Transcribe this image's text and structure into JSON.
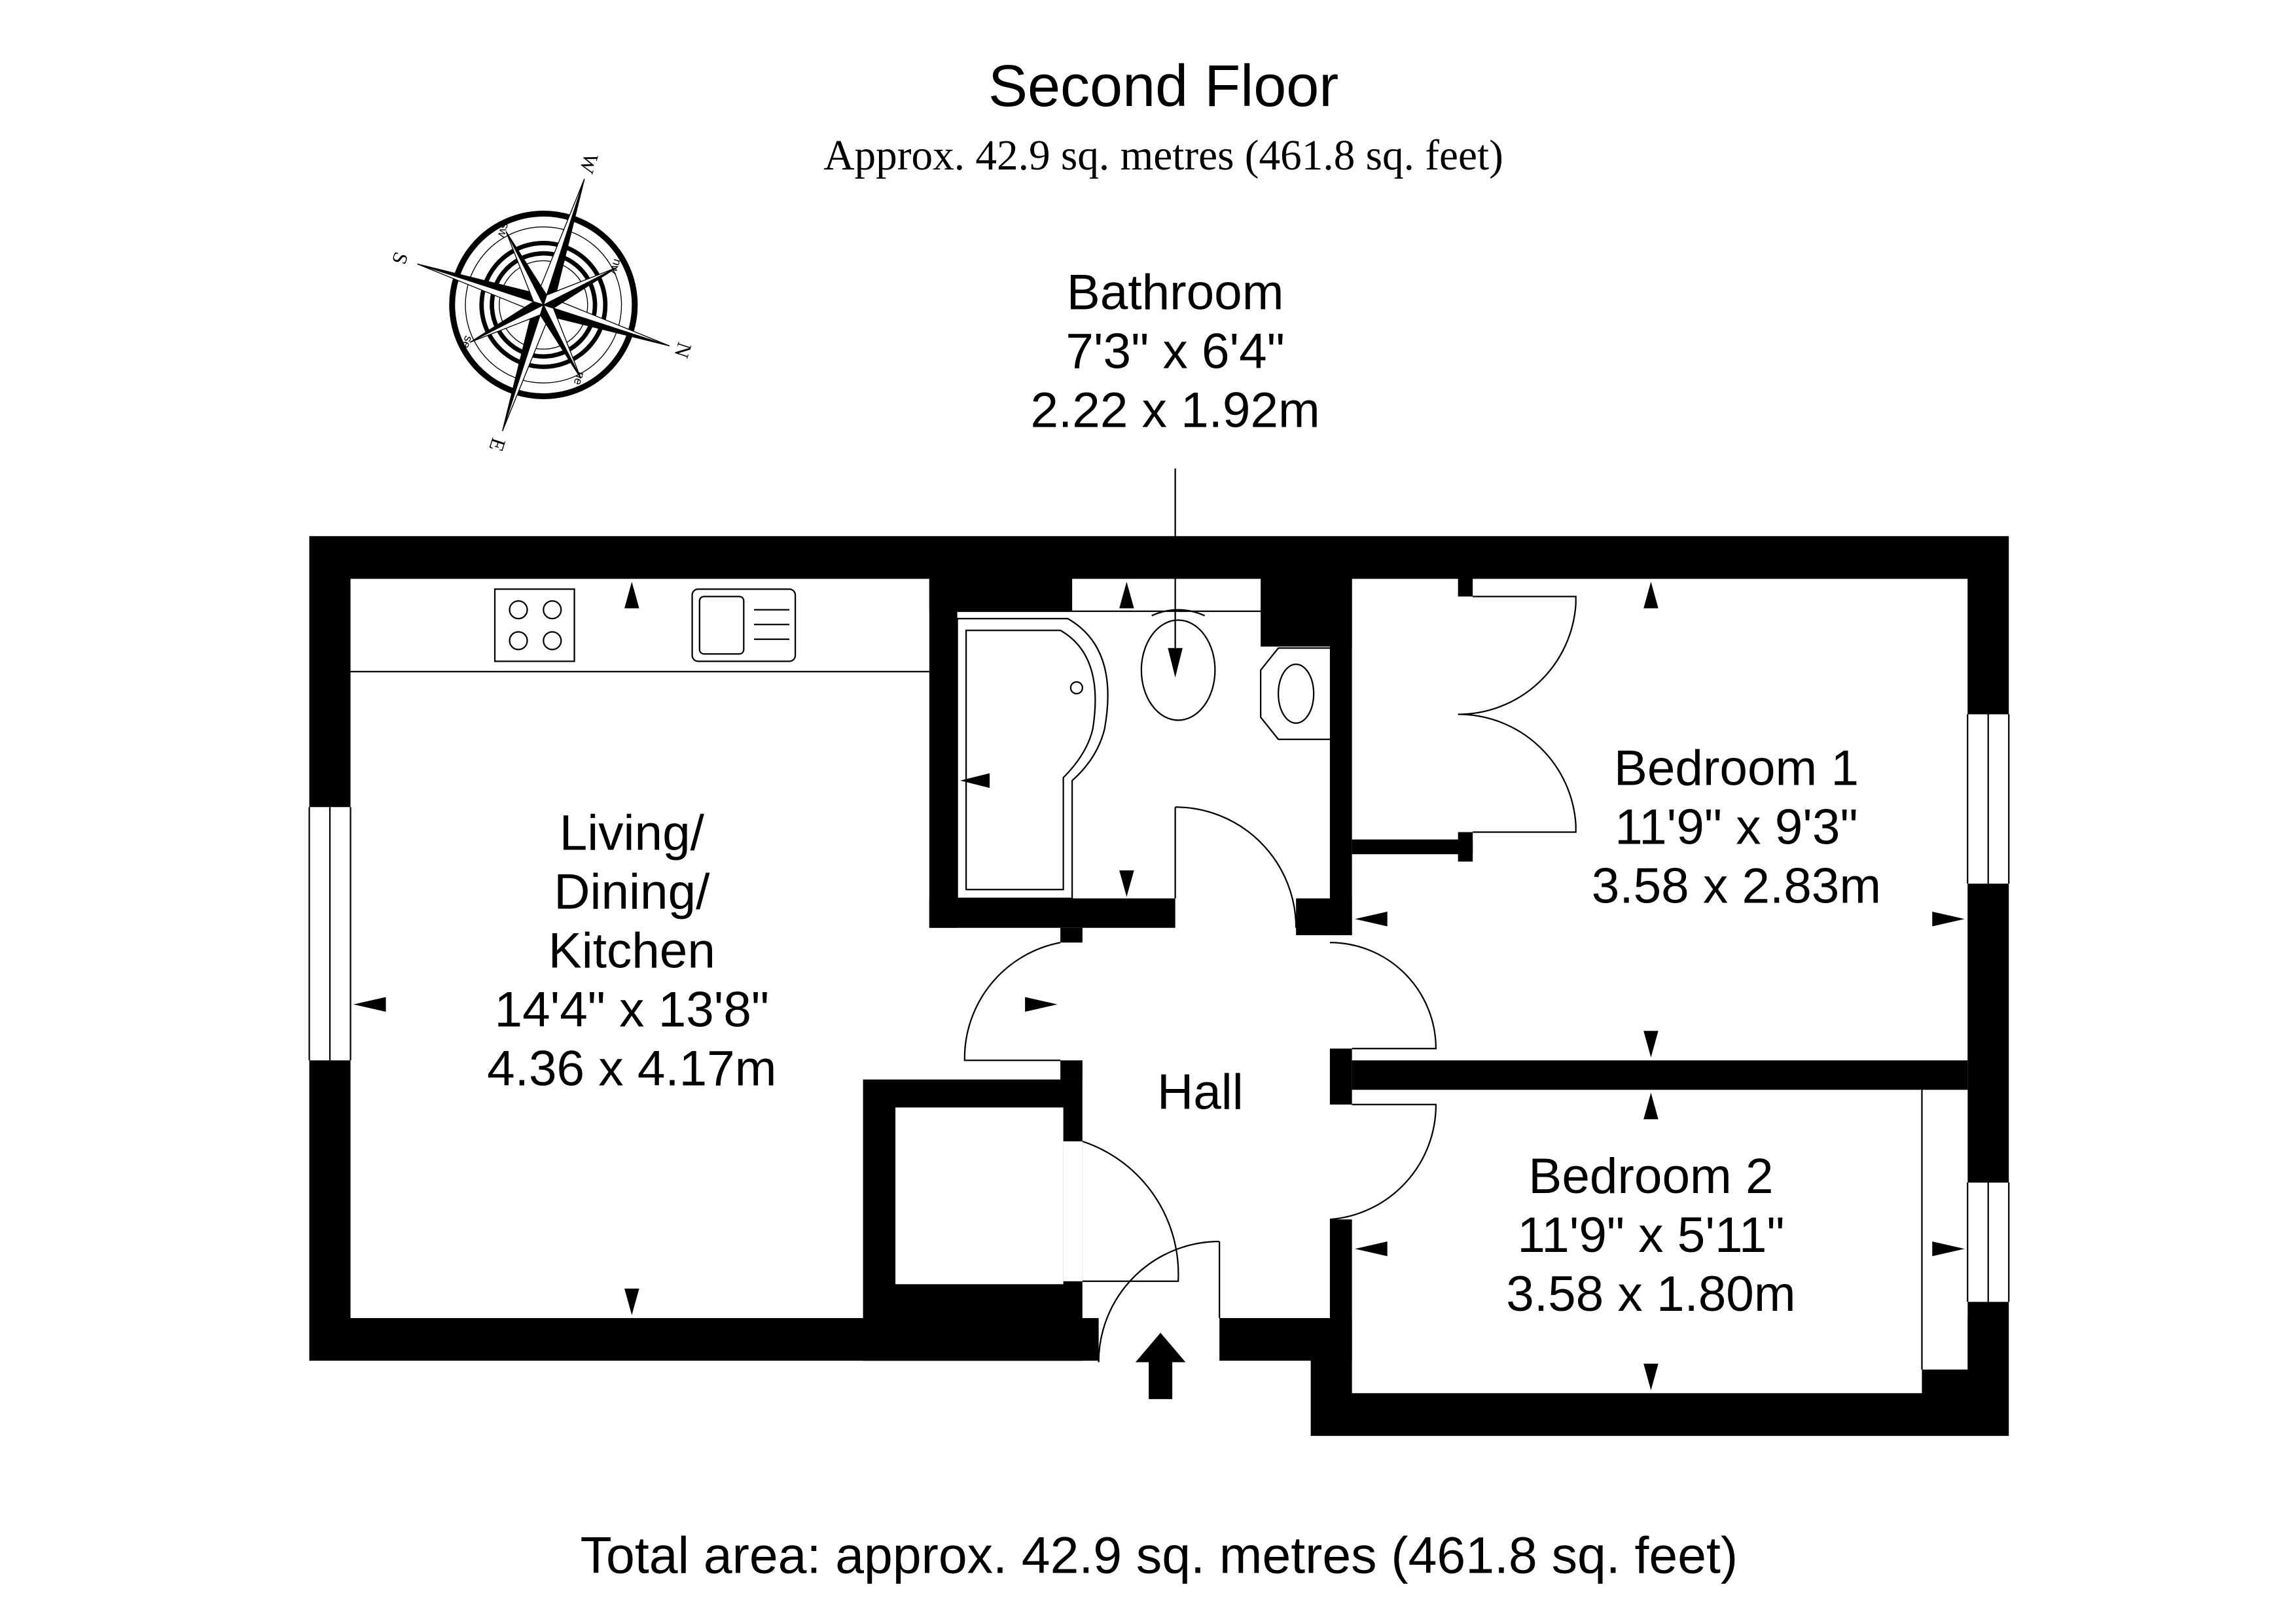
{
  "header": {
    "title": "Second Floor",
    "subtitle": "Approx. 42.9 sq. metres (461.8 sq. feet)"
  },
  "compass": {
    "north": "N",
    "south": "S",
    "east": "E",
    "west": "W",
    "ne": "ne",
    "nw": "nw",
    "se": "se",
    "sw": "sw"
  },
  "rooms": {
    "bathroom": {
      "name": "Bathroom",
      "imperial": "7'3\" x 6'4\"",
      "metric": "2.22 x 1.92m"
    },
    "living": {
      "name1": "Living/",
      "name2": "Dining/",
      "name3": "Kitchen",
      "imperial": "14'4\" x 13'8\"",
      "metric": "4.36 x 4.17m"
    },
    "hall": {
      "name": "Hall"
    },
    "bedroom1": {
      "name": "Bedroom 1",
      "imperial": "11'9\" x 9'3\"",
      "metric": "3.58 x 2.83m"
    },
    "bedroom2": {
      "name": "Bedroom 2",
      "imperial": "11'9\" x 5'11\"",
      "metric": "3.58 x 1.80m"
    }
  },
  "footer": {
    "total": "Total area: approx. 42.9 sq. metres (461.8 sq. feet)"
  },
  "colors": {
    "wall": "#000000",
    "background": "#ffffff"
  }
}
